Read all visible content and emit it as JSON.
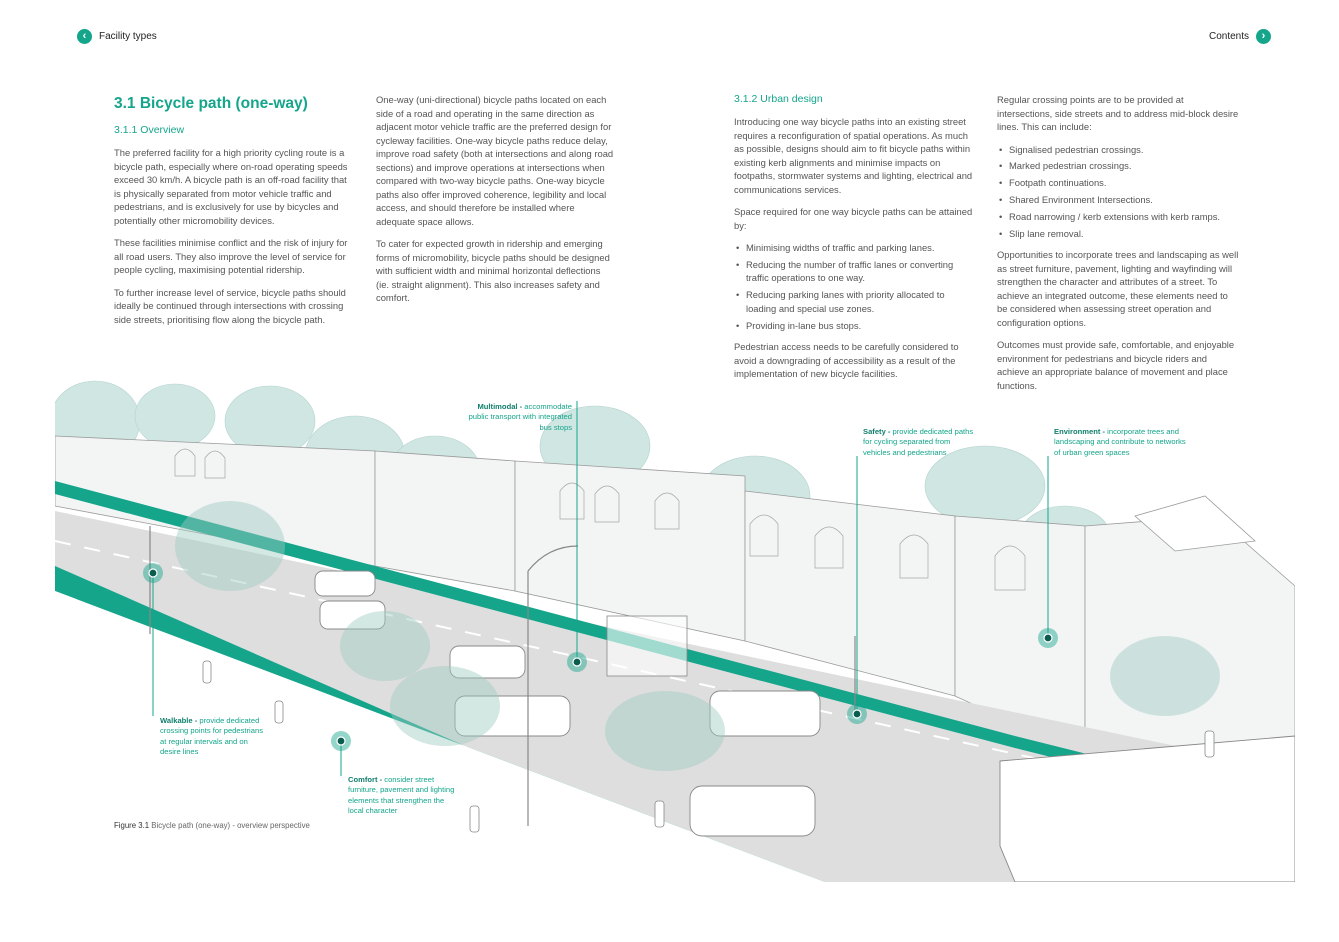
{
  "nav": {
    "prev_label": "Facility types",
    "next_label": "Contents"
  },
  "section": {
    "title": "3.1  Bicycle path (one-way)",
    "overview_heading": "3.1.1   Overview",
    "urban_heading": "3.1.2   Urban design"
  },
  "overview_paragraphs": [
    "The preferred facility for a high priority cycling route is a bicycle path, especially where on-road operating speeds exceed 30 km/h. A bicycle path is an off-road facility that is physically separated from motor vehicle traffic and pedestrians, and is exclusively for use by bicycles and potentially other micromobility devices.",
    "These facilities minimise conflict and the risk of injury for all road users. They also improve the level of service for people cycling, maximising potential ridership.",
    "To further increase level of service, bicycle paths should ideally be continued through intersections with crossing side streets, prioritising flow along the bicycle path."
  ],
  "col2_paragraphs": [
    "One-way (uni-directional) bicycle paths located on each side of a road and operating in the same direction as adjacent motor vehicle traffic are the preferred design for cycleway facilities. One-way bicycle paths reduce delay, improve road safety (both at intersections and along road sections) and improve operations at intersections when compared with two-way bicycle paths. One-way bicycle paths also offer improved coherence, legibility and local access, and should therefore be installed where adequate space allows.",
    "To cater for expected growth in ridership and emerging forms of micromobility, bicycle paths should be designed with sufficient width and minimal horizontal deflections (ie. straight alignment). This also increases safety and comfort."
  ],
  "urban_design": {
    "intro": "Introducing one way bicycle paths into an existing street requires a reconfiguration of spatial operations. As much as possible, designs should aim to fit bicycle paths within existing kerb alignments and minimise impacts on footpaths, stormwater systems and lighting, electrical and communications services.",
    "space_lead": "Space required for one way bicycle paths can be attained by:",
    "space_items": [
      "Minimising widths of traffic and parking lanes.",
      "Reducing the number of traffic lanes or converting traffic operations to one way.",
      "Reducing parking lanes with priority allocated to loading and special use zones.",
      "Providing in-lane bus stops."
    ],
    "pedestrian": "Pedestrian access needs to be carefully considered to avoid a downgrading of accessibility as a result of the implementation of new bicycle facilities."
  },
  "col4": {
    "crossing_lead": "Regular crossing points are to be provided at intersections, side streets and to address mid-block desire lines. This can include:",
    "crossing_items": [
      "Signalised pedestrian crossings.",
      "Marked pedestrian crossings.",
      "Footpath continuations.",
      "Shared Environment Intersections.",
      "Road narrowing / kerb extensions with kerb ramps.",
      "Slip lane removal."
    ],
    "trees": "Opportunities to incorporate trees and landscaping as well as street furniture, pavement, lighting and wayfinding will strengthen the character and attributes of a street. To achieve an integrated outcome, these elements need to be considered when assessing street operation and configuration options.",
    "outcomes": "Outcomes must provide safe, comfortable, and enjoyable environment for pedestrians and bicycle riders and achieve an appropriate balance of movement and place functions."
  },
  "callouts": {
    "multimodal": {
      "title": "Multimodal - ",
      "text": "accommodate public transport with integrated bus stops"
    },
    "safety": {
      "title": "Safety - ",
      "text": "provide dedicated paths for cycling separated from vehicles and pedestrians"
    },
    "environment": {
      "title": "Environment - ",
      "text": "incorporate trees and landscaping and contribute to networks of urban green spaces"
    },
    "walkable": {
      "title": "Walkable - ",
      "text": "provide dedicated crossing points for pedestrians at regular intervals and on desire lines"
    },
    "comfort": {
      "title": "Comfort - ",
      "text": "consider street furniture, pavement and lighting elements that strengthen the local character"
    }
  },
  "figure": {
    "label": "Figure 3.1",
    "caption": "Bicycle path (one-way) - overview perspective"
  },
  "colors": {
    "accent": "#14a58b",
    "teal_light": "#b8dcd7",
    "road": "#dedede",
    "line": "#8a8a8a"
  },
  "icons": {
    "prev": "chevron-left-icon",
    "next": "chevron-right-icon"
  }
}
